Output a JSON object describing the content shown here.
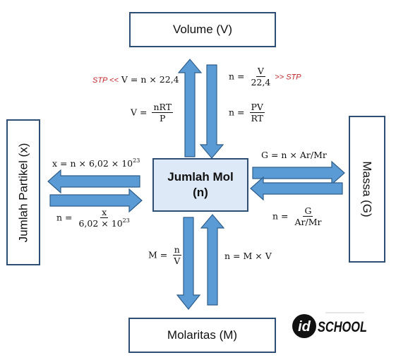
{
  "boxes": {
    "volume": "Volume (V)",
    "center_line1": "Jumlah Mol",
    "center_line2": "(n)",
    "partikel": "Jumlah Partikel (x)",
    "massa": "Massa (G)",
    "molaritas": "Molaritas (M)"
  },
  "formulas": {
    "stp_left": "STP <<",
    "v_stp": "V = n × 22,4",
    "n_stp_lhs": "n =",
    "n_stp_num": "V",
    "n_stp_den": "22,4",
    "stp_right": ">> STP",
    "v_nrt_lhs": "V =",
    "v_nrt_num": "nRT",
    "v_nrt_den": "P",
    "n_pv_lhs": "n =",
    "n_pv_num": "PV",
    "n_pv_den": "RT",
    "x_n_main": "x = n  × 6,02  × 10",
    "x_n_exp": "23",
    "n_x_lhs": "n =",
    "n_x_num": "x",
    "n_x_den_main": "6,02  × 10",
    "n_x_den_exp": "23",
    "g_n": "G = n  × Ar/Mr",
    "n_g_lhs": "n =",
    "n_g_num": "G",
    "n_g_den": "Ar/Mr",
    "m_n_lhs": "M =",
    "m_n_num": "n",
    "m_n_den": "V",
    "n_mv": "n = M × V"
  },
  "logo": {
    "text_id": "id",
    "text_school": "SCHOOL"
  },
  "colors": {
    "arrow_fill": "#5b9bd5",
    "arrow_stroke": "#2e5d8a",
    "box_border": "#2e4e73",
    "center_fill": "#dde9f6",
    "stp_red": "#c0282d"
  }
}
